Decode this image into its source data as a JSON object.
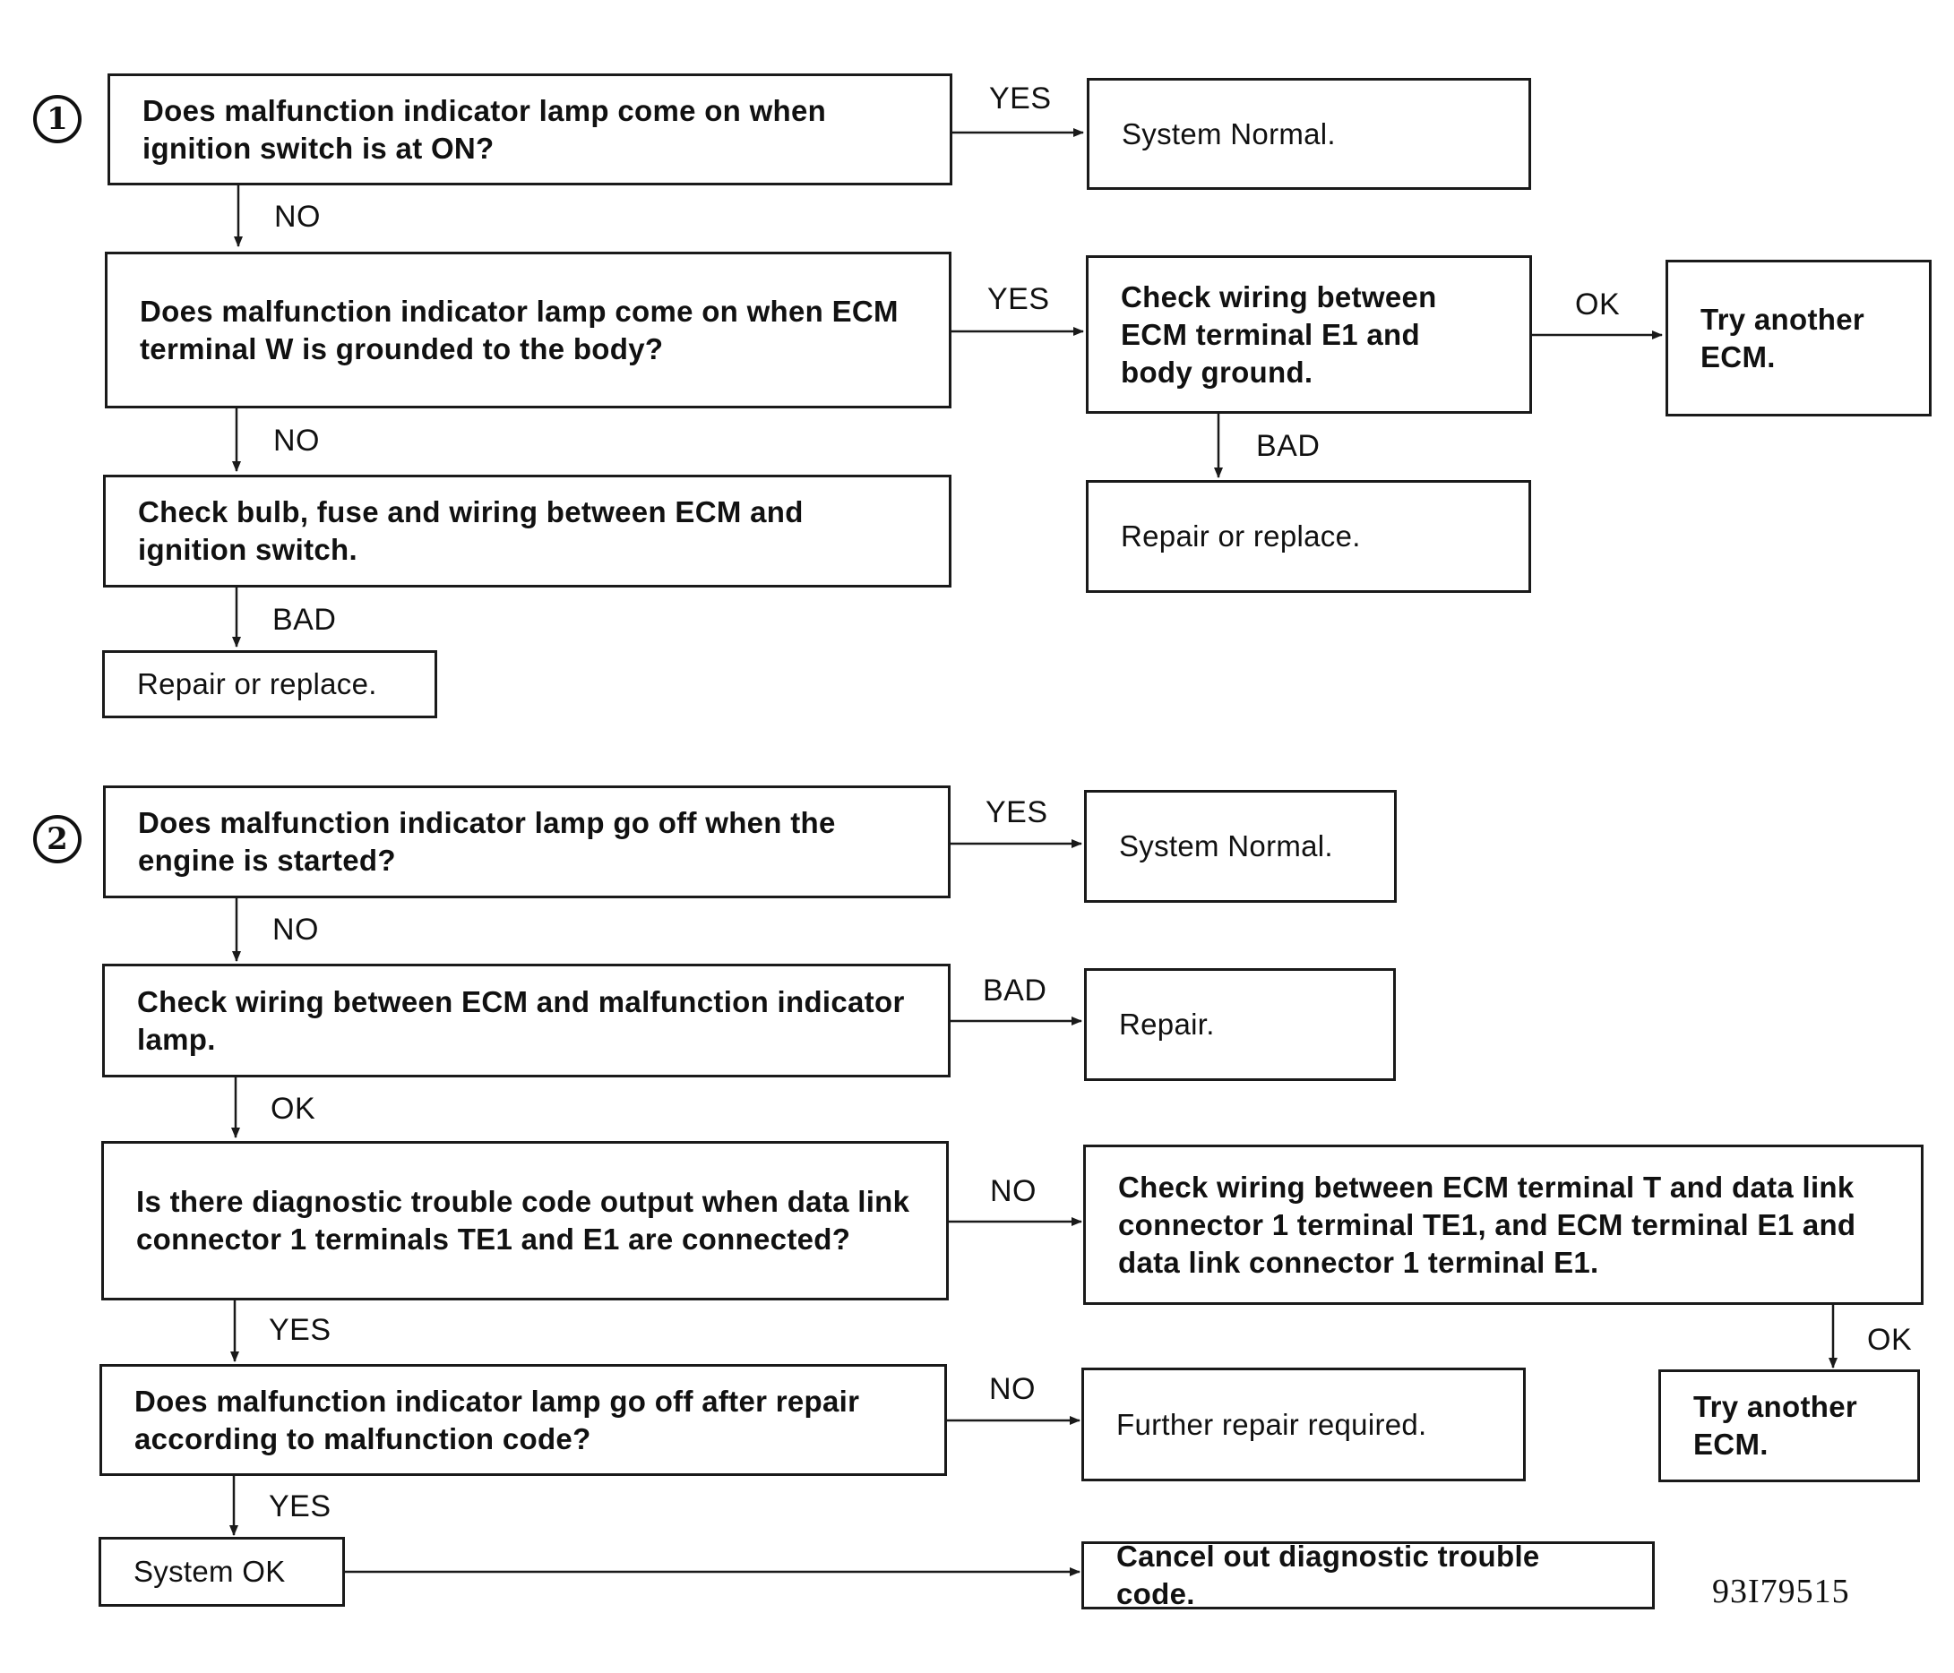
{
  "section1": {
    "marker": "1",
    "q1": "Does malfunction indicator lamp come on when ignition switch is at ON?",
    "q1_yes_label": "YES",
    "q1_yes_result": "System Normal.",
    "q1_no_label": "NO",
    "q2": "Does malfunction indicator lamp come on when ECM terminal W is grounded to the body?",
    "q2_yes_label": "YES",
    "q2_yes_check": "Check wiring between ECM terminal E1 and body ground.",
    "q2_yes_check_ok_label": "OK",
    "q2_yes_check_ok_result": "Try another ECM.",
    "q2_yes_check_bad_label": "BAD",
    "q2_yes_check_bad_result": "Repair or replace.",
    "q2_no_label": "NO",
    "check_bulb": "Check bulb, fuse and wiring between ECM and ignition switch.",
    "check_bulb_bad_label": "BAD",
    "check_bulb_bad_result": "Repair or replace."
  },
  "section2": {
    "marker": "2",
    "q1": "Does malfunction indicator lamp go off when the engine is started?",
    "q1_yes_label": "YES",
    "q1_yes_result": "System Normal.",
    "q1_no_label": "NO",
    "check_wiring": "Check wiring between ECM and malfunction indicator lamp.",
    "check_wiring_bad_label": "BAD",
    "check_wiring_bad_result": "Repair.",
    "check_wiring_ok_label": "OK",
    "q3": "Is there diagnostic trouble code output when data link connector 1 terminals TE1 and E1 are connected?",
    "q3_no_label": "NO",
    "q3_no_check": "Check wiring between ECM terminal T and data link connector 1 terminal TE1, and ECM terminal E1 and data link connector 1 terminal E1.",
    "q3_no_check_ok_label": "OK",
    "q3_no_check_ok_result": "Try another ECM.",
    "q3_yes_label": "YES",
    "q4": "Does malfunction indicator lamp go off after repair according to malfunction code?",
    "q4_no_label": "NO",
    "q4_no_result": "Further repair required.",
    "q4_yes_label": "YES",
    "system_ok": "System OK",
    "cancel_code": "Cancel out diagnostic trouble code."
  },
  "figure_code": "93I79515"
}
